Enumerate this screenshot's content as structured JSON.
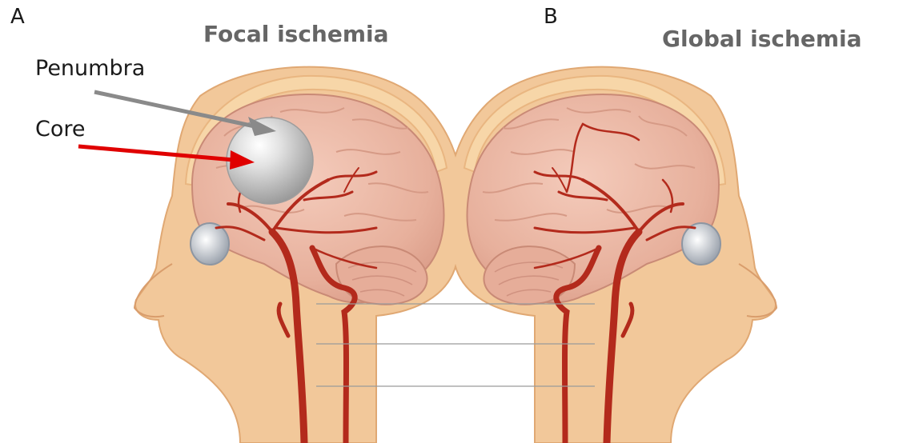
{
  "panels": [
    {
      "letter": "A",
      "title": "Focal ischemia",
      "labels": {
        "penumbra": "Penumbra",
        "core": "Core"
      }
    },
    {
      "letter": "B",
      "title": "Global ischemia"
    }
  ],
  "colors": {
    "skin": "#f2c89a",
    "skull": "#f5c78f",
    "brain": "#e9b6a2",
    "brain_fold": "#d69a86",
    "artery": "#b32a1c",
    "eye": "#d9dde3",
    "penumbra_arrow": "#8a8a8a",
    "core_arrow": "#e00000",
    "lesion": "#c4c4c4",
    "title_text": "#666666"
  }
}
